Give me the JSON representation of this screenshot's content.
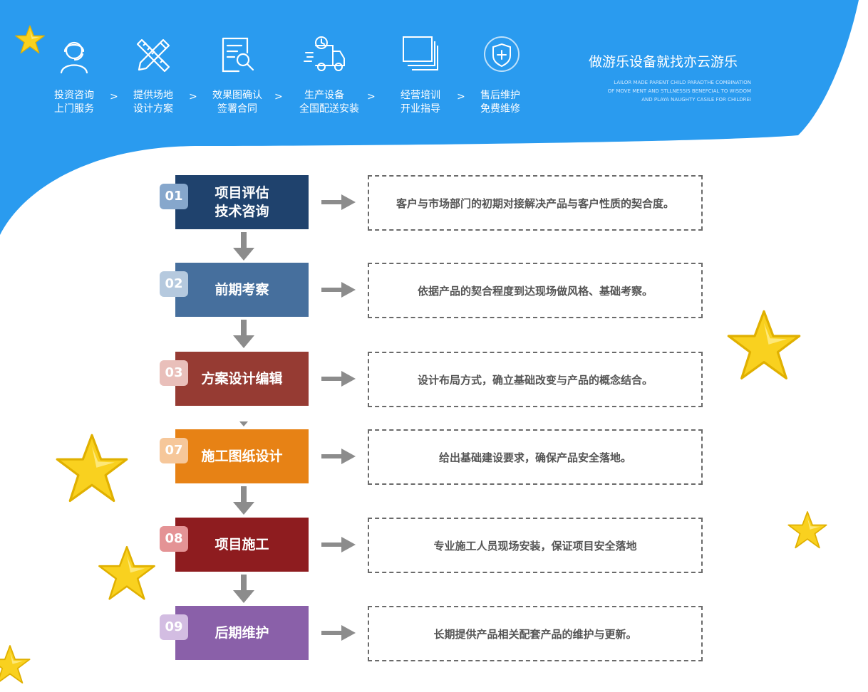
{
  "header": {
    "bg_color": "#2a9bef",
    "steps": [
      {
        "icon": "headset-user-icon",
        "line1": "投资咨询",
        "line2": "上门服务"
      },
      {
        "icon": "pencil-ruler-icon",
        "line1": "提供场地",
        "line2": "设计方案"
      },
      {
        "icon": "document-magnifier-icon",
        "line1": "效果图确认",
        "line2": "签署合同"
      },
      {
        "icon": "delivery-truck-icon",
        "line1": "生产设备",
        "line2": "全国配送安装"
      },
      {
        "icon": "stacked-screens-icon",
        "line1": "经营培训",
        "line2": "开业指导"
      },
      {
        "icon": "shield-plus-icon",
        "line1": "售后维护",
        "line2": "免费维修"
      }
    ],
    "chevron": ">",
    "slogan": "做游乐设备就找亦云游乐",
    "english": [
      "LAILOR MADE PARENT CHILD PARADTHE COMBINATION",
      "OF MOVE MENT AND STLLNESSIS BENEFCIAL TO WISDOM",
      "AND PLAYA NAUGHTY CASILE FOR CHILDREI"
    ]
  },
  "process": [
    {
      "num": "01",
      "title_lines": [
        "项目评估",
        "技术咨询"
      ],
      "desc": "客户与市场部门的初期对接解决产品与客户性质的契合度。",
      "box_color": "#1f426d",
      "tab_color": "#86a7cc"
    },
    {
      "num": "02",
      "title_lines": [
        "前期考察"
      ],
      "desc": "依据产品的契合程度到达现场做风格、基础考察。",
      "box_color": "#466f9d",
      "tab_color": "#b5c9de"
    },
    {
      "num": "03",
      "title_lines": [
        "方案设计编辑"
      ],
      "desc": "设计布局方式，确立基础改变与产品的概念结合。",
      "box_color": "#963b33",
      "tab_color": "#e9bfba"
    },
    {
      "num": "07",
      "title_lines": [
        "施工图纸设计"
      ],
      "desc": "给出基础建设要求，确保产品安全落地。",
      "box_color": "#e78215",
      "tab_color": "#f6c79a"
    },
    {
      "num": "08",
      "title_lines": [
        "项目施工"
      ],
      "desc": "专业施工人员现场安装，保证项目安全落地",
      "box_color": "#8e1c1f",
      "tab_color": "#e49395"
    },
    {
      "num": "09",
      "title_lines": [
        "后期维护"
      ],
      "desc": "长期提供产品相关配套产品的维护与更新。",
      "box_color": "#8a60a9",
      "tab_color": "#d3bde2"
    }
  ],
  "colors": {
    "arrow": "#8c8c8c",
    "star": "#f9d11f",
    "star_light": "#fff2a0"
  }
}
